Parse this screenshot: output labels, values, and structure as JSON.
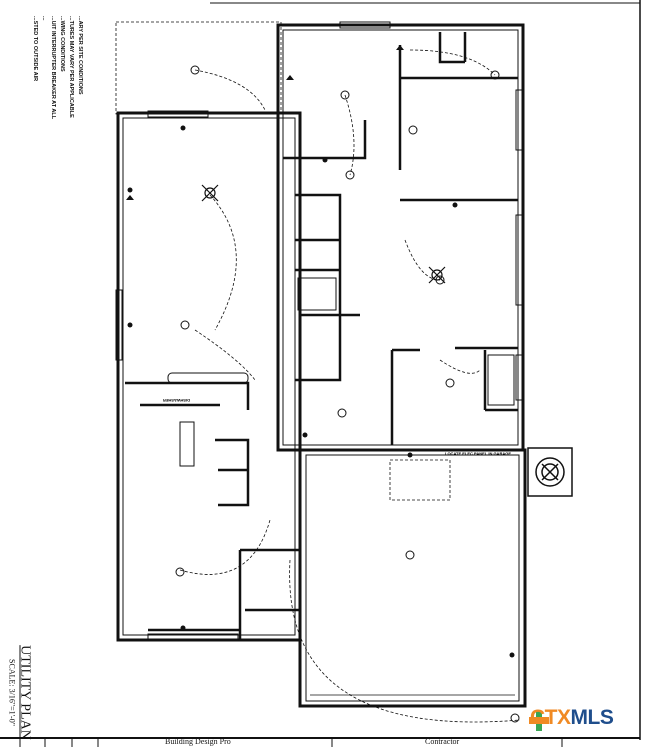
{
  "drawing": {
    "title": "UTILITY PLAN",
    "scale": "SCALE: 3/16\"=1'-0\"",
    "notes": [
      "...ARY PER SITE CONDITIONS",
      "...TURES MAY VARY PER APPLICABLE",
      "...WING CONDITIONS",
      "...UIT INTERRUPTER BREAKER AT ALL",
      "...",
      "...STED TO OUTSIDE AIR"
    ],
    "labels": {
      "dishwasher": "DISHWASHER",
      "elec_panel": "LOCATE ELEC PANEL IN GARAGE"
    },
    "title_block": {
      "designer": "Building Design Pro",
      "contractor": "Contractor"
    }
  },
  "watermark": {
    "part1": "CTX",
    "part2": "MLS",
    "colors": {
      "orange": "#f08a24",
      "blue": "#1f4e8c",
      "green": "#3aa655"
    }
  }
}
